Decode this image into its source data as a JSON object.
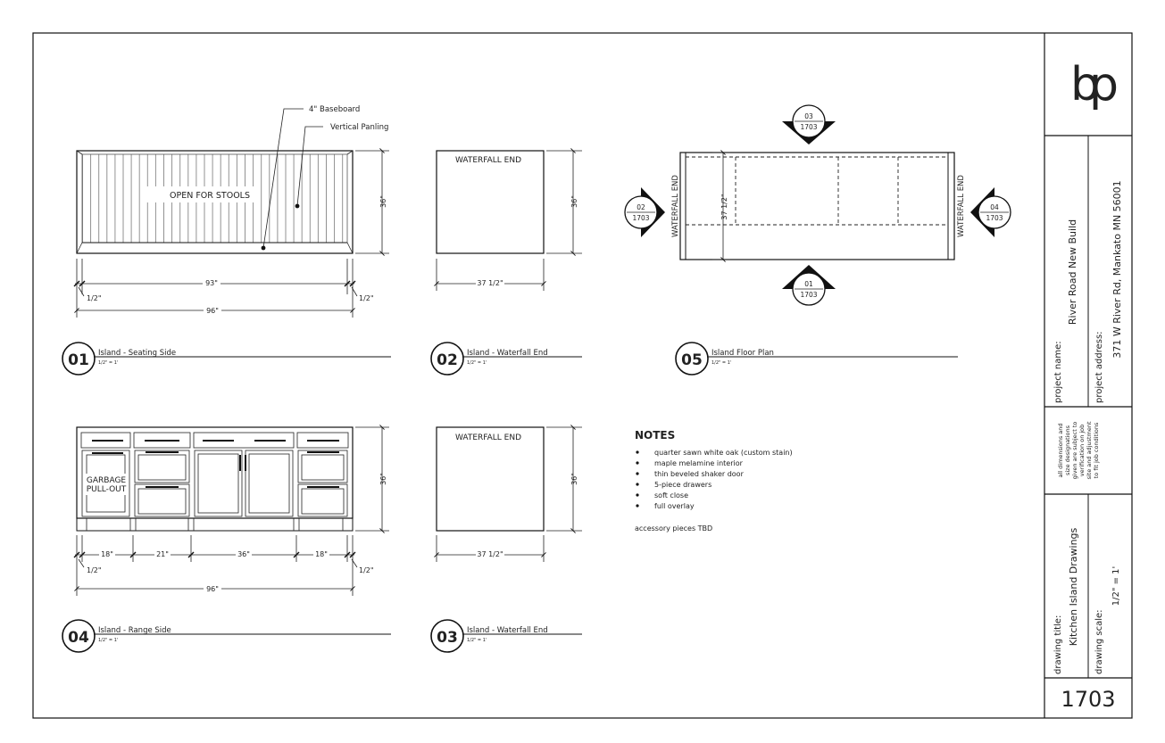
{
  "views": {
    "v01": {
      "number": "01",
      "title": "Island - Seating Side",
      "scale": "1/2\" = 1'"
    },
    "v02": {
      "number": "02",
      "title": "Island - Waterfall End",
      "scale": "1/2\" = 1'"
    },
    "v03": {
      "number": "03",
      "title": "Island - Waterfall End",
      "scale": "1/2\" = 1'"
    },
    "v04": {
      "number": "04",
      "title": "Island - Range Side",
      "scale": "1/2\" = 1'"
    },
    "v05": {
      "number": "05",
      "title": "Island Floor Plan",
      "scale": "1/2\" = 1'"
    }
  },
  "seating_side": {
    "callout_baseboard": "4\" Baseboard",
    "callout_paneling": "Vertical Panling",
    "label_center": "OPEN FOR STOOLS",
    "dim_inner": "93\"",
    "dim_total": "96\"",
    "dim_left_end": "1/2\"",
    "dim_right_end": "1/2\"",
    "dim_height": "36\""
  },
  "waterfall_end": {
    "label": "WATERFALL END",
    "dim_width": "37 1/2\"",
    "dim_height": "36\""
  },
  "range_side": {
    "label_garbage_line1": "GARBAGE",
    "label_garbage_line2": "PULL-OUT",
    "dim_seg1": "18\"",
    "dim_seg2": "21\"",
    "dim_seg3": "36\"",
    "dim_seg4": "18\"",
    "dim_total": "96\"",
    "dim_left_end": "1/2\"",
    "dim_right_end": "1/2\"",
    "dim_height": "36\""
  },
  "floor_plan": {
    "left_end_label": "WATERFALL END",
    "right_end_label": "WATERFALL END",
    "dim_depth": "37 1/2\"",
    "markers": {
      "top": {
        "view": "03",
        "sheet": "1703"
      },
      "left": {
        "view": "02",
        "sheet": "1703"
      },
      "right": {
        "view": "04",
        "sheet": "1703"
      },
      "bottom": {
        "view": "01",
        "sheet": "1703"
      }
    }
  },
  "notes": {
    "heading": "NOTES",
    "items": [
      "quarter sawn white oak (custom stain)",
      "maple melamine interior",
      "thin beveled shaker door",
      "5-piece drawers",
      "soft close",
      "full overlay"
    ],
    "footer": "accessory pieces TBD"
  },
  "title_block": {
    "logo": "bp",
    "project_name_label": "project name:",
    "project_name": "River Road New Build",
    "project_address_label": "project address:",
    "project_address": "371 W River Rd, Mankato MN 56001",
    "disclaimer": [
      "all dimensions and",
      "size designations",
      "given are subject to",
      "verification on job",
      "site and adjustment",
      "to fit job conditions"
    ],
    "drawing_title_label": "drawing title:",
    "drawing_title": "Kitchen Island Drawings",
    "drawing_scale_label": "drawing scale:",
    "drawing_scale": "1/2\" = 1'",
    "sheet_number": "1703"
  }
}
